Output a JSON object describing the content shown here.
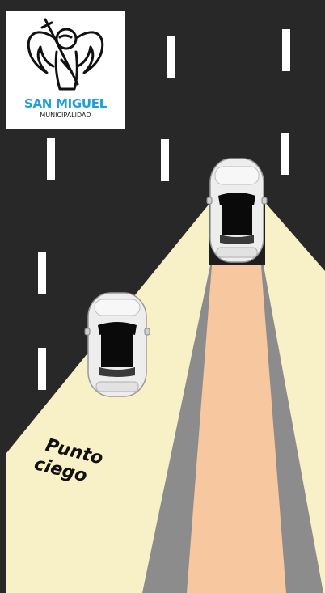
{
  "logo": {
    "name": "SAN MIGUEL",
    "subtitle": "MUNICIPALIDAD"
  },
  "illustration": {
    "blind_spot_line1": "Punto",
    "blind_spot_line2": "ciego"
  },
  "colors": {
    "asphalt": "#282828",
    "lane_marking": "#ffffff",
    "headlight_beam": "#f8f0c6",
    "mirror_strip": "#8c8c8c",
    "center_zone": "#f7c7a0",
    "car_body": "#ededed",
    "windshield": "#0a0a0a",
    "logo_blue": "#1fa0d6"
  }
}
